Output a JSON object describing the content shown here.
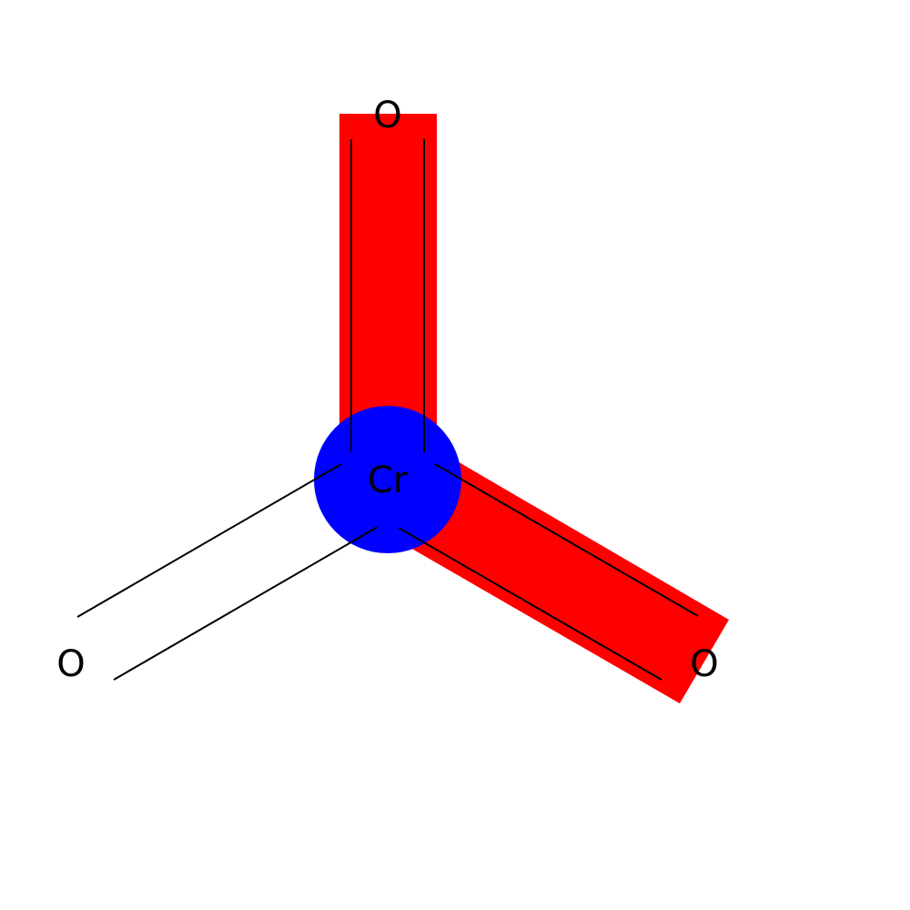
{
  "molecule": {
    "center_atom": {
      "label": "Cr",
      "highlight_color": "#0000ff"
    },
    "oxygen_atoms": [
      {
        "label": "O",
        "highlighted": true
      },
      {
        "label": "O",
        "highlighted": false
      },
      {
        "label": "O",
        "highlighted": true
      }
    ],
    "bonds": [
      {
        "from": "Cr",
        "to": "O",
        "order": 2,
        "highlighted": true
      },
      {
        "from": "Cr",
        "to": "O",
        "order": 2,
        "highlighted": false
      },
      {
        "from": "Cr",
        "to": "O",
        "order": 2,
        "highlighted": true
      }
    ],
    "bond_highlight_color": "#ff0000",
    "bond_line_color": "#000000",
    "background_color": "#ffffff"
  }
}
